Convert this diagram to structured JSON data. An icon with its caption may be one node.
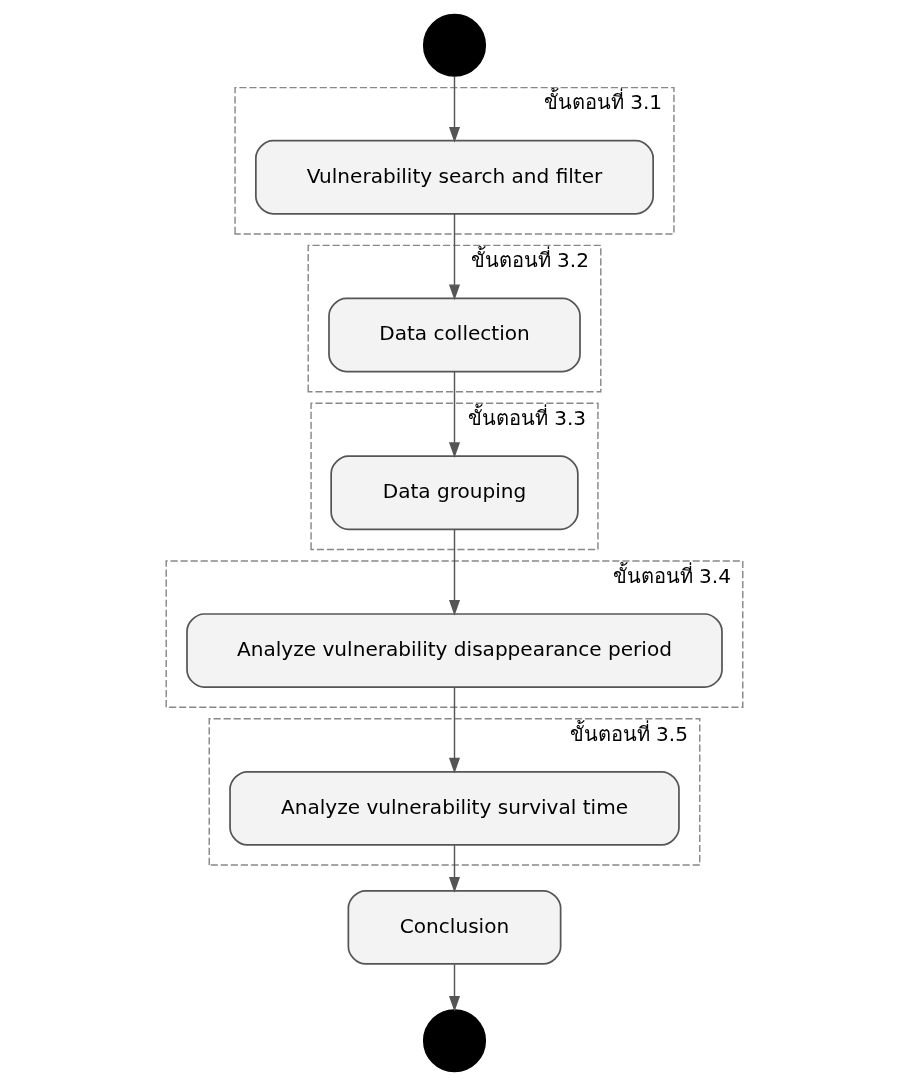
{
  "diagram": {
    "nodes": [
      {
        "text": [],
        "shape": "circle"
      },
      {
        "text": [
          "ขั้นตอนที่ 3.1"
        ]
      },
      {
        "text": [
          "Vulnerability search and filter"
        ],
        "in": 1
      },
      {
        "text": [
          "ขั้นตอนที่ 3.2"
        ]
      },
      {
        "text": [
          "Data collection"
        ],
        "in": 3
      },
      {
        "text": [
          "ขั้นตอนที่ 3.3"
        ]
      },
      {
        "text": [
          "Data grouping"
        ],
        "in": 5
      },
      {
        "text": [
          "ขั้นตอนที่ 3.4"
        ]
      },
      {
        "text": [
          "Analyze vulnerability disappearance period"
        ],
        "in": 7
      },
      {
        "text": [
          "ขั้นตอนที่ 3.5"
        ]
      },
      {
        "text": [
          "Analyze vulnerability survival time"
        ],
        "in": 9
      },
      {
        "text": [
          "Conclusion"
        ]
      },
      {
        "text": [],
        "shape": "circle"
      }
    ],
    "edges": [
      {
        "from": 0,
        "to": 2,
        "arrow": "to"
      },
      {
        "from": 2,
        "to": 4,
        "arrow": "to"
      },
      {
        "from": 4,
        "to": 6,
        "arrow": "to"
      },
      {
        "from": 6,
        "to": 8,
        "arrow": "to"
      },
      {
        "from": 8,
        "to": 10,
        "arrow": "to"
      },
      {
        "from": 10,
        "to": 11,
        "arrow": "to"
      },
      {
        "from": 11,
        "to": 12,
        "arrow": "to"
      }
    ]
  }
}
